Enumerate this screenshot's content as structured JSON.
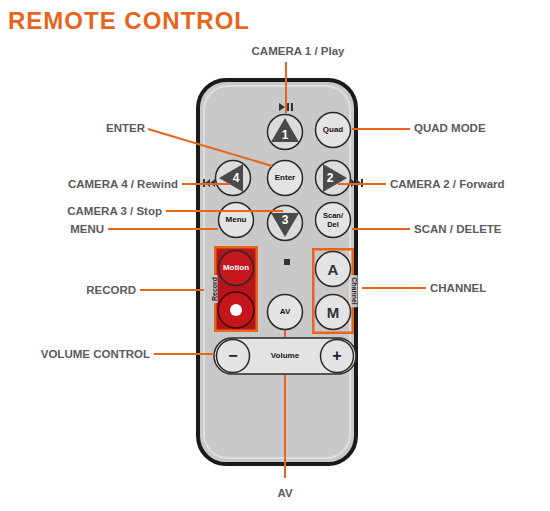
{
  "diagram": {
    "title": "REMOTE CONTROL",
    "nodes": [
      {
        "text": [
          "1"
        ]
      },
      {
        "text": [
          "Quad"
        ]
      },
      {
        "text": [
          "4"
        ]
      },
      {
        "text": [
          "Enter"
        ]
      },
      {
        "text": [
          "2"
        ]
      },
      {
        "text": [
          "Menu"
        ]
      },
      {
        "text": [
          "3"
        ]
      },
      {
        "text": [
          "Scan/ Del"
        ]
      },
      {
        "text": [
          "Record"
        ]
      },
      {
        "text": [
          "Motion"
        ],
        "in": 8
      },
      {
        "text": [
          "Channel"
        ]
      },
      {
        "text": [
          "A"
        ],
        "in": 10
      },
      {
        "text": [
          "M"
        ],
        "in": 10
      },
      {
        "text": [
          "AV"
        ]
      },
      {
        "text": [
          "Volume"
        ]
      },
      {
        "text": [
          "−"
        ],
        "in": 14
      },
      {
        "text": [
          "+"
        ],
        "in": 14
      }
    ],
    "labels": [
      "CAMERA 1 / Play",
      "ENTER",
      "QUAD MODE",
      "CAMERA 4 / Rewind",
      "CAMERA 2 / Forward",
      "CAMERA 3 / Stop",
      "MENU",
      "SCAN / DELETE",
      "RECORD",
      "CHANNEL",
      "VOLUME CONTROL",
      "AV"
    ]
  }
}
